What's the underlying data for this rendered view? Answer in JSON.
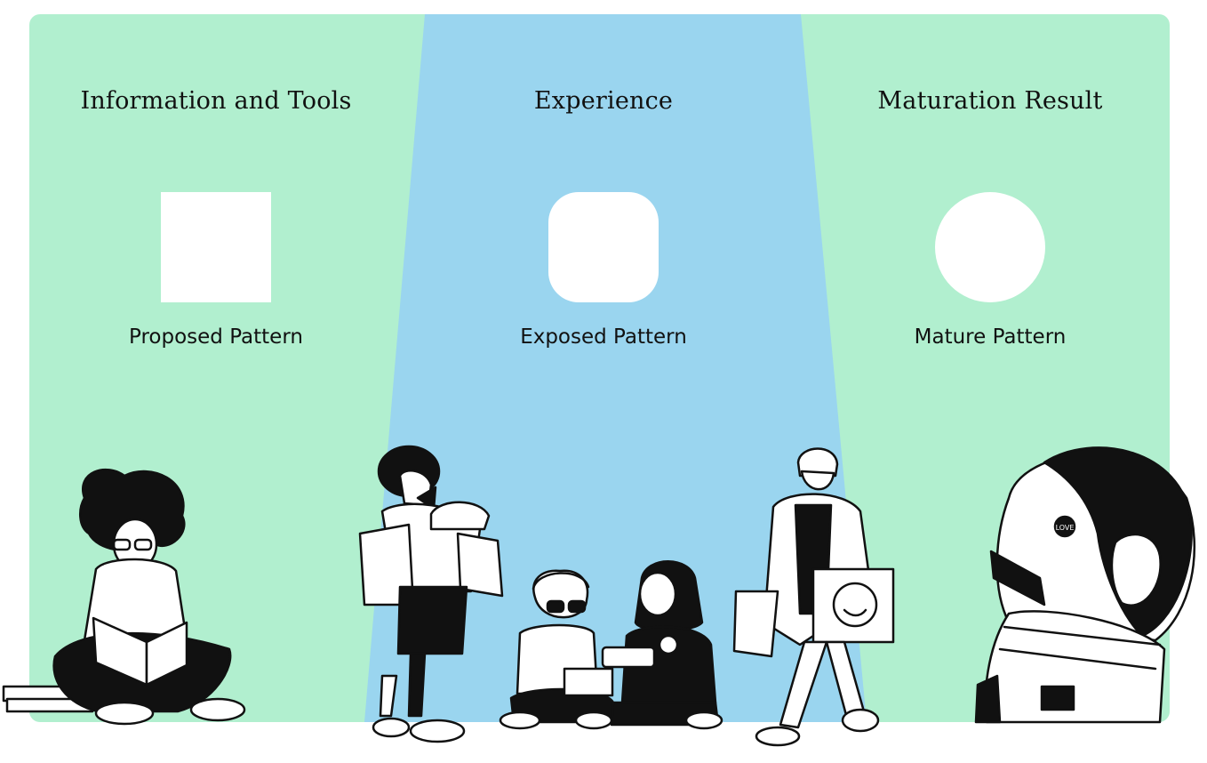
{
  "colors": {
    "green_panel": "#b1efcf",
    "blue_beam": "#9ad5ef",
    "shape_fill": "#ffffff",
    "ink": "#111111"
  },
  "columns": [
    {
      "title": "Information and Tools",
      "shape": "square",
      "label": "Proposed Pattern"
    },
    {
      "title": "Experience",
      "shape": "rounded-square",
      "label": "Exposed Pattern"
    },
    {
      "title": "Maturation Result",
      "shape": "circle",
      "label": "Mature Pattern"
    }
  ],
  "illustrations": {
    "astronaut_helmet_sticker": "LOVE"
  }
}
